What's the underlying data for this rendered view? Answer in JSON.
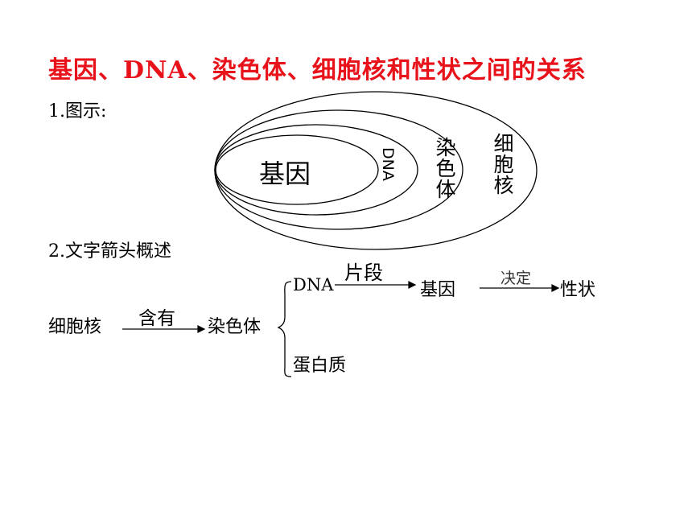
{
  "title": "基因、DNA、染色体、细胞核和性状之间的关系",
  "section1": {
    "heading": "1.图示:"
  },
  "diagram": {
    "gene": "基因",
    "dna": "DNA",
    "chromosome": "染色体",
    "nucleus": "细胞核"
  },
  "section2": {
    "heading": "2.文字箭头概述"
  },
  "flow": {
    "nucleus": "细胞核",
    "contain": "含有",
    "chromosome": "染色体",
    "dna": "DNA",
    "segment": "片段",
    "gene": "基因",
    "decide": "决定",
    "trait": "性状",
    "protein": "蛋白质"
  }
}
